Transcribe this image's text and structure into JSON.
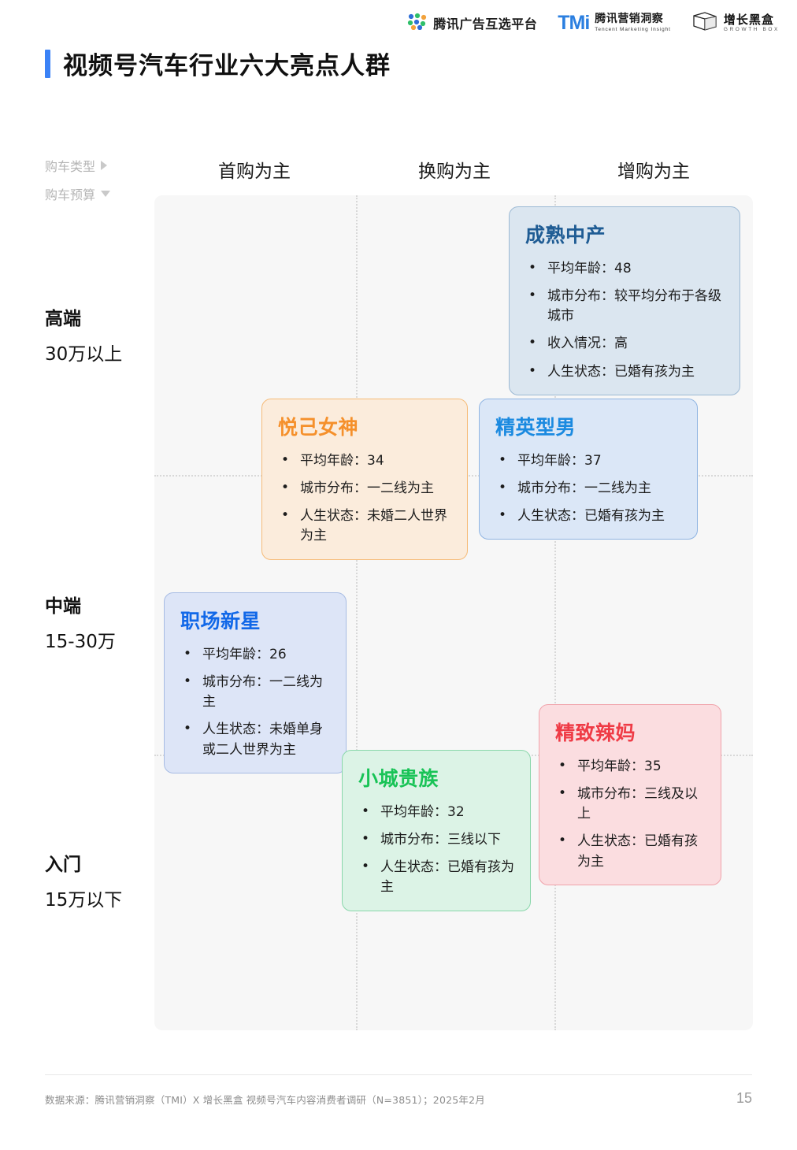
{
  "header": {
    "logos": [
      {
        "icon": "tencent-ads-dots-icon",
        "cn": "腾讯广告互选平台",
        "en": ""
      },
      {
        "icon": "tmi-logo-icon",
        "wordmark": "TMi",
        "cn": "腾讯营销洞察",
        "en": "Tencent Marketing Insight"
      },
      {
        "icon": "growth-box-cube-icon",
        "cn": "增长黑盒",
        "en": "GROWTH BOX"
      }
    ]
  },
  "title": "视频号汽车行业六大亮点人群",
  "axes": {
    "x_caption": "购车类型",
    "x_caption_icon": "triangle-right-icon",
    "y_caption": "购车预算",
    "y_caption_icon": "triangle-down-icon",
    "columns": [
      "首购为主",
      "换购为主",
      "增购为主"
    ],
    "rows": [
      {
        "title": "高端",
        "sub": "30万以上"
      },
      {
        "title": "中端",
        "sub": "15-30万"
      },
      {
        "title": "入门",
        "sub": "15万以下"
      }
    ]
  },
  "cards": [
    {
      "name": "成熟中产",
      "color": "#1f5c94",
      "bg": "#dbe6f0",
      "border": "#9cb9d4",
      "bullets": [
        "平均年龄：48",
        "城市分布：较平均分布于各级城市",
        "收入情况：高",
        "人生状态：已婚有孩为主"
      ]
    },
    {
      "name": "悦己女神",
      "color": "#f5902b",
      "bg": "#fbecdc",
      "border": "#f6bb78",
      "bullets": [
        "平均年龄：34",
        "城市分布：一二线为主",
        "人生状态：未婚二人世界为主"
      ]
    },
    {
      "name": "精英型男",
      "color": "#1b8ae0",
      "bg": "#dbe7f7",
      "border": "#8fb4e2",
      "bullets": [
        "平均年龄：37",
        "城市分布：一二线为主",
        "人生状态：已婚有孩为主"
      ]
    },
    {
      "name": "职场新星",
      "color": "#1168e8",
      "bg": "#dde5f7",
      "border": "#a7bce4",
      "bullets": [
        "平均年龄：26",
        "城市分布：一二线为主",
        "人生状态：未婚单身或二人世界为主"
      ]
    },
    {
      "name": "小城贵族",
      "color": "#18c356",
      "bg": "#dcf3e6",
      "border": "#8ad7ab",
      "bullets": [
        "平均年龄：32",
        "城市分布：三线以下",
        "人生状态：已婚有孩为主"
      ]
    },
    {
      "name": "精致辣妈",
      "color": "#ef3b46",
      "bg": "#fbdde0",
      "border": "#f0a3ab",
      "bullets": [
        "平均年龄：35",
        "城市分布：三线及以上",
        "人生状态：已婚有孩为主"
      ]
    }
  ],
  "footer": {
    "source": "数据来源：腾讯营销洞察（TMI）X 增长黑盒  视频号汽车内容消费者调研（N=3851）；2025年2月",
    "page": "15"
  }
}
